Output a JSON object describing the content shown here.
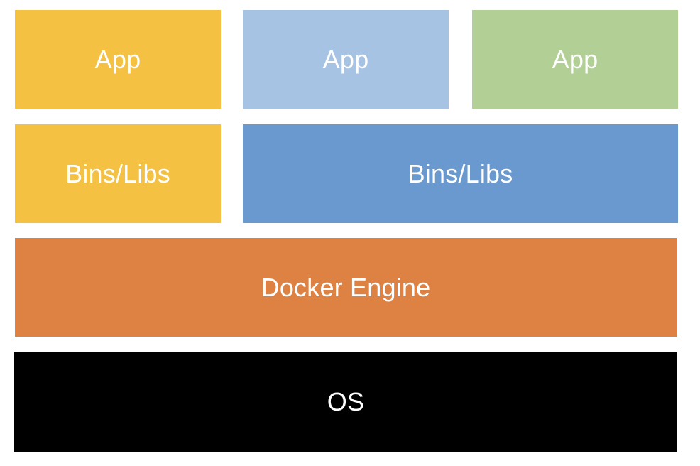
{
  "diagram": {
    "app_layer": [
      {
        "label": "App",
        "color": "#F4C143"
      },
      {
        "label": "App",
        "color": "#A6C3E3"
      },
      {
        "label": "App",
        "color": "#B2D095"
      }
    ],
    "libs_layer": [
      {
        "label": "Bins/Libs",
        "color": "#F4C143"
      },
      {
        "label": "Bins/Libs",
        "color": "#6A99CF"
      }
    ],
    "engine_layer": {
      "label": "Docker Engine",
      "color": "#DE8243"
    },
    "os_layer": {
      "label": "OS",
      "color": "#000000"
    }
  }
}
